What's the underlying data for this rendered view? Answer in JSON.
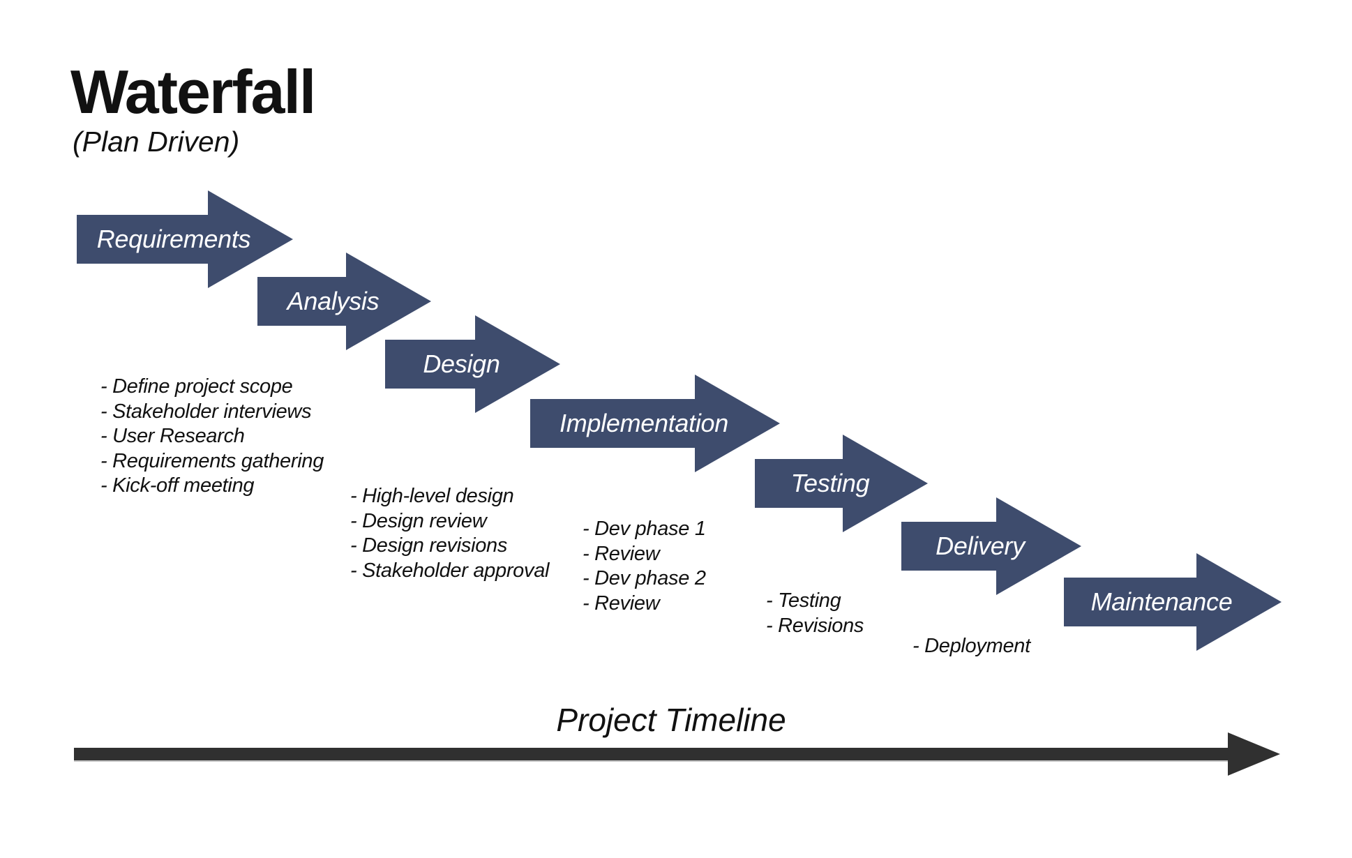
{
  "title": "Waterfall",
  "subtitle": "(Plan Driven)",
  "timeline_label": "Project Timeline",
  "colors": {
    "arrow": "#3E4C6D",
    "arrow_label": "#FFFFFF",
    "timeline": "#303030",
    "text": "#111111",
    "background": "#FFFFFF"
  },
  "phases": [
    {
      "label": "Requirements",
      "tasks": [
        "- Define project scope",
        "- Stakeholder interviews",
        "- User Research",
        "- Requirements gathering",
        "- Kick-off meeting"
      ]
    },
    {
      "label": "Analysis",
      "tasks": []
    },
    {
      "label": "Design",
      "tasks": [
        "- High-level design",
        "- Design review",
        "- Design revisions",
        "- Stakeholder approval"
      ]
    },
    {
      "label": "Implementation",
      "tasks": [
        "- Dev phase 1",
        "- Review",
        "- Dev phase 2",
        "- Review"
      ]
    },
    {
      "label": "Testing",
      "tasks": [
        "- Testing",
        "- Revisions"
      ]
    },
    {
      "label": "Delivery",
      "tasks": [
        "- Deployment"
      ]
    },
    {
      "label": "Maintenance",
      "tasks": []
    }
  ]
}
